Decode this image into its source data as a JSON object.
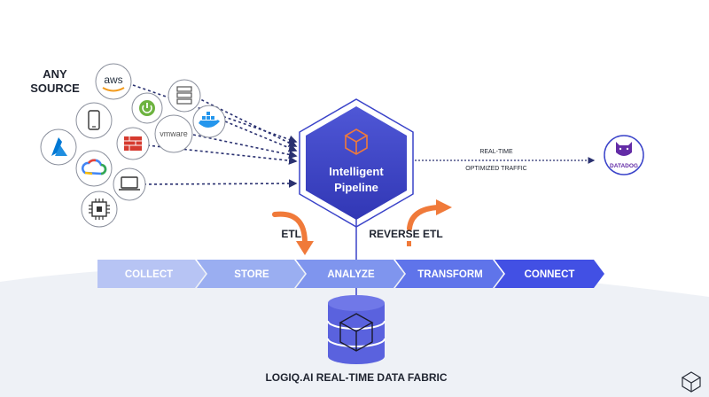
{
  "sources": {
    "title_line1": "ANY",
    "title_line2": "SOURCE",
    "items": [
      {
        "name": "aws",
        "label": "aws"
      },
      {
        "name": "mobile-phone",
        "label": ""
      },
      {
        "name": "spring",
        "label": ""
      },
      {
        "name": "server-rack",
        "label": ""
      },
      {
        "name": "azure",
        "label": ""
      },
      {
        "name": "firewall",
        "label": ""
      },
      {
        "name": "vmware",
        "label": "vmware"
      },
      {
        "name": "docker",
        "label": ""
      },
      {
        "name": "google-cloud",
        "label": ""
      },
      {
        "name": "laptop",
        "label": ""
      },
      {
        "name": "chip",
        "label": ""
      }
    ]
  },
  "pipeline": {
    "line1": "Intelligent",
    "line2": "Pipeline"
  },
  "output": {
    "label_line1": "REAL-TIME",
    "label_line2": "OPTIMIZED TRAFFIC",
    "destination": "DATADOG"
  },
  "flows": {
    "etl": "ETL",
    "reverse_etl": "REVERSE ETL"
  },
  "stages": [
    "COLLECT",
    "STORE",
    "ANALYZE",
    "TRANSFORM",
    "CONNECT"
  ],
  "fabric": {
    "label": "LOGIQ.AI REAL-TIME DATA FABRIC"
  },
  "colors": {
    "primary": "#3a43c9",
    "orange": "#f07a3a",
    "stage_light": "#b4c3f4",
    "stage_dark": "#4250e4",
    "text_dark": "#1f2430",
    "band": "#eef1f6"
  }
}
